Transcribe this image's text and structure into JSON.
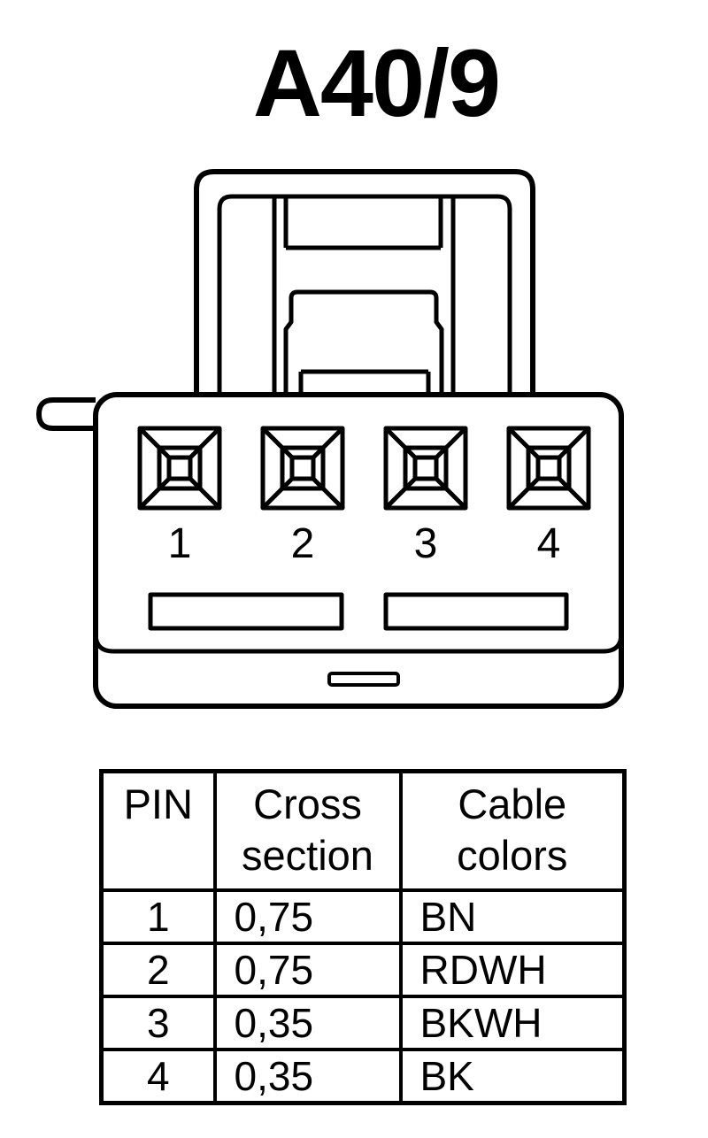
{
  "title": "A40/9",
  "connector": {
    "pins": [
      "1",
      "2",
      "3",
      "4"
    ]
  },
  "table": {
    "headers": {
      "pin": "PIN",
      "cross_line1": "Cross",
      "cross_line2": "section",
      "color_line1": "Cable",
      "color_line2": "colors"
    },
    "rows": [
      {
        "pin": "1",
        "cross_section": "0,75",
        "color": "BN"
      },
      {
        "pin": "2",
        "cross_section": "0,75",
        "color": "RDWH"
      },
      {
        "pin": "3",
        "cross_section": "0,35",
        "color": "BKWH"
      },
      {
        "pin": "4",
        "cross_section": "0,35",
        "color": "BK"
      }
    ]
  },
  "colors": {
    "line": "#000000",
    "background": "#ffffff"
  }
}
